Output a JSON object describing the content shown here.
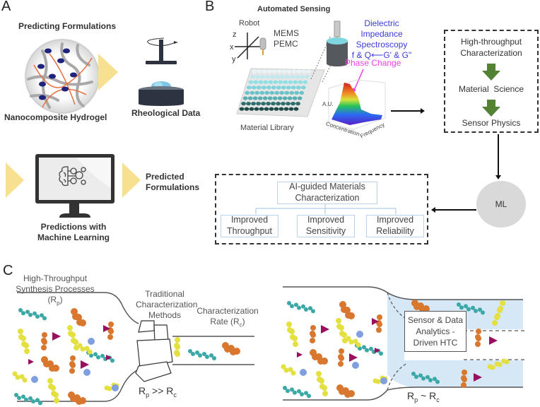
{
  "panels": {
    "A": {
      "letter": "A",
      "title": "Predicting Formulations",
      "hydrogel_label": "Nanocomposite Hydrogel",
      "rheo_label": "Rheological Data",
      "ml_label_line1": "Predictions with",
      "ml_label_line2": "Machine Learning",
      "predicted_line1": "Predicted",
      "predicted_line2": "Formulations"
    },
    "B": {
      "letter": "B",
      "title": "Automated Sensing",
      "robot_label": "Robot",
      "axis_x": "x",
      "axis_y": "y",
      "axis_z": "z",
      "mems_label": "MEMS",
      "pemc_label": "PEMC",
      "library_label": "Material Library",
      "dis_line1": "Dielectric Impedance",
      "dis_line2": "Spectroscopy",
      "dis_line3": "f & Q⟵G' & G\"",
      "phase_change": "Phase Change",
      "plot_au": "A.U.",
      "plot_conc": "Concentration",
      "plot_freq": "Frequency",
      "flow_box": {
        "item1_line1": "High-throughput",
        "item1_line2": "Characterization",
        "item2": "Material  Science",
        "item3": "Sensor Physics"
      },
      "ml_node": "ML",
      "ai_box": {
        "top_line1": "AI-guided Materials",
        "top_line2": "Characterization",
        "children": [
          {
            "line1": "Improved",
            "line2": "Throughput"
          },
          {
            "line1": "Improved",
            "line2": "Sensitivity"
          },
          {
            "line1": "Improved",
            "line2": "Reliability"
          }
        ]
      }
    },
    "C": {
      "letter": "C",
      "synth_line1": "High-Throughput",
      "synth_line2": "Synthesis Processes (R",
      "synth_sub": "p",
      "trad_line1": "Traditional",
      "trad_line2": "Characterization",
      "trad_line3": "Methods",
      "rate_line1": "Characterization",
      "rate_line2": "Rate (R",
      "rate_sub": "c",
      "left_eq": {
        "a": "R",
        "a_sub": "p",
        "op": " >> ",
        "b": "R",
        "b_sub": "c"
      },
      "right_eq": {
        "a": "R",
        "a_sub": "p",
        "op": " ~ ",
        "b": "R",
        "b_sub": "c"
      },
      "htc_line1": "Sensor & Data",
      "htc_line2": "Analytics -",
      "htc_line3": "Driven HTC"
    }
  },
  "colors": {
    "chevron": "#f7e08f",
    "green_arrow": "#548235",
    "dis_blue": "#3b3bdc",
    "phase_pink": "#ee3ee0",
    "ml_circle": "#d9d9d9",
    "channel_blue": "#d6e7f5",
    "teal": "#3aa8a6",
    "orange": "#d9772e",
    "yellow": "#e3e040",
    "magenta": "#98105f",
    "lightblue": "#7f9fe0"
  }
}
